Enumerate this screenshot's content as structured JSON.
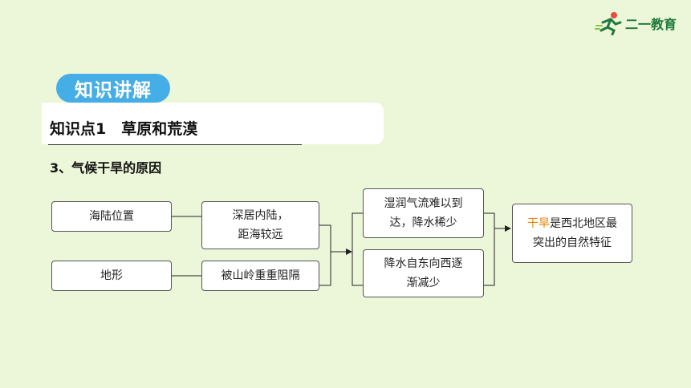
{
  "brand": {
    "name": "二一教育"
  },
  "section_title": "知识讲解",
  "topic": "知识点1　草原和荒漠",
  "subheading": "3、气候干旱的原因",
  "diagram": {
    "sea_land_position": "海陆位置",
    "terrain": "地形",
    "inland_line1": "深居内陆，",
    "inland_line2": "距海较远",
    "blocked": "被山岭重重阻隔",
    "humid_line1": "湿润气流难以到",
    "humid_line2": "达，降水稀少",
    "precip_line1": "降水自东向西逐",
    "precip_line2": "渐减少",
    "conclusion_highlight": "干旱",
    "conclusion_line1_rest": "是西北地区最",
    "conclusion_line2": "突出的自然特征"
  },
  "colors": {
    "background": "#ecf6d9",
    "pill": "#45aee6",
    "highlight": "#e8860c",
    "brand": "#1d7a3a"
  }
}
